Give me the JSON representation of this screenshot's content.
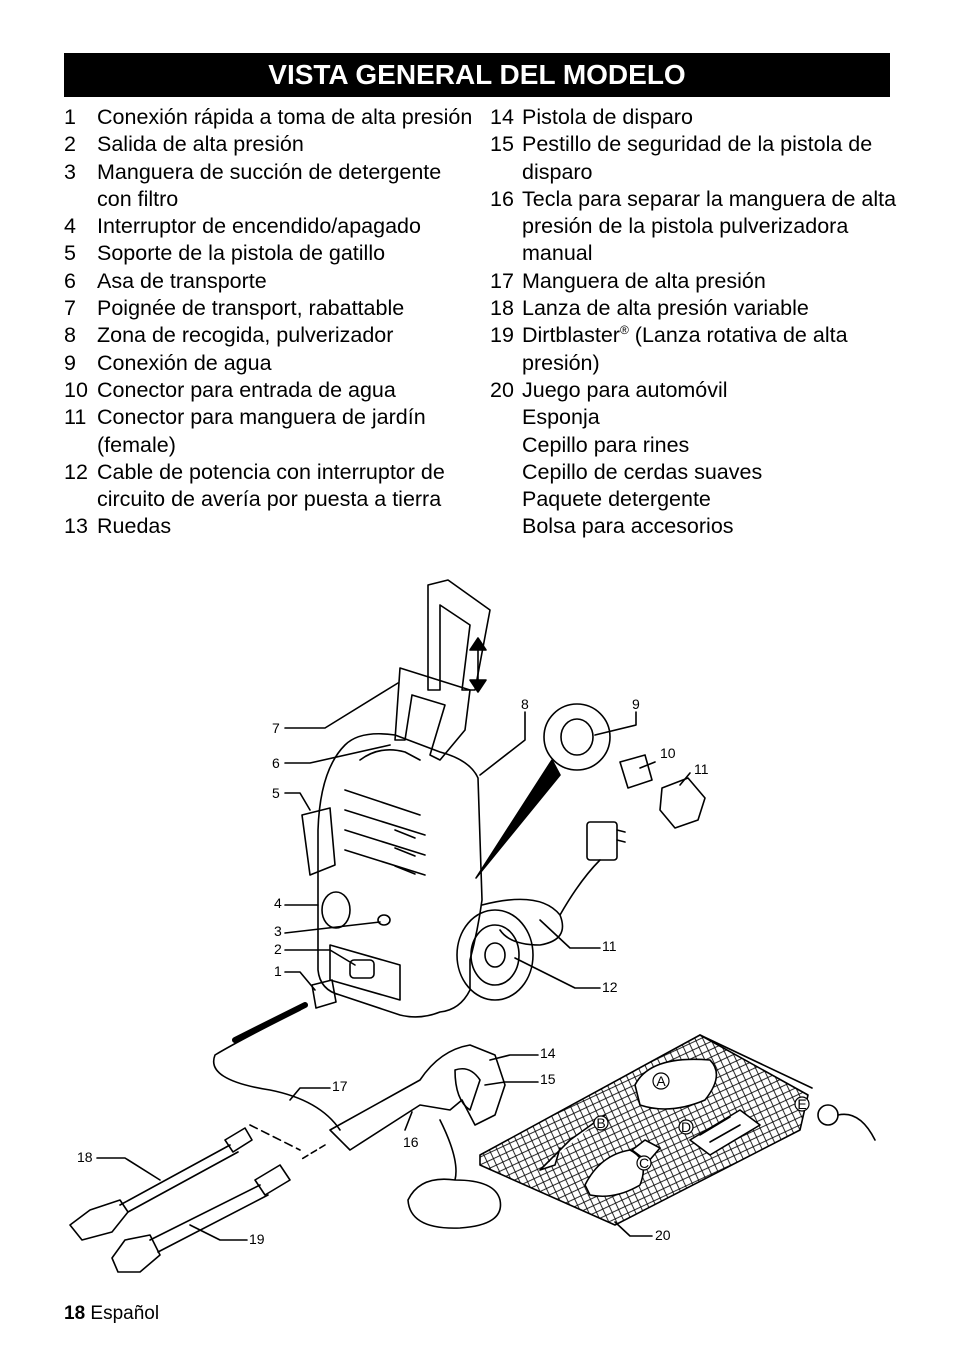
{
  "header": {
    "title": "VISTA GENERAL DEL MODELO"
  },
  "left_items": [
    {
      "num": "1",
      "text": "Conexión rápida a toma de alta presión"
    },
    {
      "num": "2",
      "text": "Salida de alta presión"
    },
    {
      "num": "3",
      "text": "Manguera de succión de detergente con filtro"
    },
    {
      "num": "4",
      "text": "Interruptor de encendido/apagado"
    },
    {
      "num": "5",
      "text": "Soporte de la pistola de gatillo"
    },
    {
      "num": "6",
      "text": "Asa de transporte"
    },
    {
      "num": "7",
      "text": "Poignée de transport, rabattable"
    },
    {
      "num": "8",
      "text": "Zona de recogida, pulverizador"
    },
    {
      "num": "9",
      "text": "Conexión de agua"
    },
    {
      "num": "10",
      "text": "Conector para entrada de agua"
    },
    {
      "num": "11",
      "text": "Conector para manguera de jardín (female)"
    },
    {
      "num": "12",
      "text": "Cable de potencia con interruptor de circuito de avería por puesta a tierra"
    },
    {
      "num": "13",
      "text": "Ruedas"
    }
  ],
  "right_items": {
    "i14": {
      "num": "14",
      "text": "Pistola de disparo"
    },
    "i15": {
      "num": "15",
      "text": "Pestillo de seguridad de la pistola de disparo"
    },
    "i16": {
      "num": "16",
      "text": "Tecla para separar la manguera de alta presión de la pistola pulverizadora manual"
    },
    "i17": {
      "num": "17",
      "text": "Manguera de alta presión"
    },
    "i18": {
      "num": "18",
      "text": "Lanza de alta presión variable"
    },
    "i19": {
      "num": "19",
      "text_a": "Dirtblaster",
      "sup": "®",
      "text_b": " (Lanza rotativa de alta presión)"
    },
    "i20": {
      "num": "20",
      "text": "Juego para automóvil"
    },
    "i20_sub": [
      "Esponja",
      "Cepillo para rines",
      "Cepillo de cerdas suaves",
      "Paquete detergente",
      "Bolsa para accesorios"
    ]
  },
  "diagram": {
    "callouts": [
      "7",
      "6",
      "5",
      "4",
      "3",
      "2",
      "1",
      "8",
      "9",
      "10",
      "11",
      "11",
      "12",
      "14",
      "15",
      "17",
      "16",
      "18",
      "19",
      "20"
    ],
    "letters": [
      "A",
      "B",
      "C",
      "D",
      "E"
    ]
  },
  "footer": {
    "page": "18",
    "lang": "Español"
  }
}
